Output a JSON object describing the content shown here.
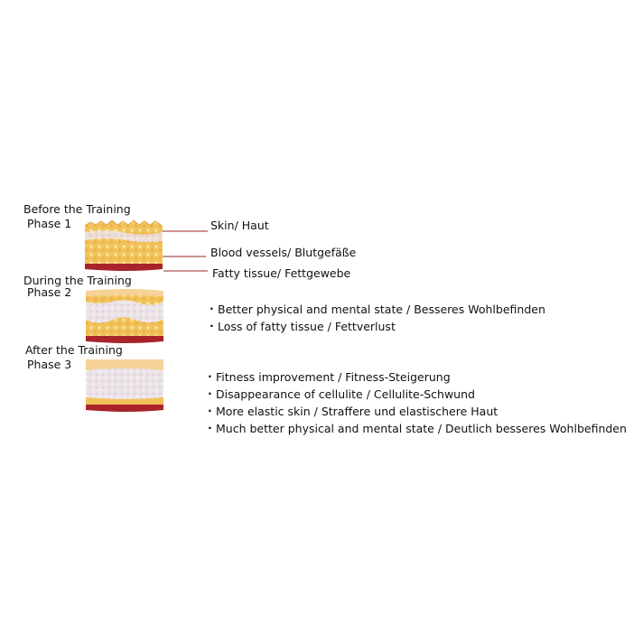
{
  "phases": [
    {
      "title": "Before the Training",
      "phase": "Phase 1"
    },
    {
      "title": "During the Training",
      "phase": "Phase 2"
    },
    {
      "title": "After the Training",
      "phase": "Phase 3"
    }
  ],
  "labels": {
    "skin": "Skin/ Haut",
    "blood": "Blood vessels/ Blutgefäße",
    "fat": "Fatty tissue/ Fettgewebe"
  },
  "phase2_benefits": [
    "Better physical and mental state / Besseres Wohlbefinden",
    "Loss of fatty tissue / Fettverlust"
  ],
  "phase3_benefits": [
    "Fitness improvement / Fitness-Steigerung",
    "Disappearance of cellulite / Cellulite-Schwund",
    "More elastic skin / Straffere und elastischere Haut",
    "Much better physical and mental state / Deutlich besseres Wohlbefinden"
  ],
  "colors": {
    "fat": "#f2c25a",
    "skin": "#f5d398",
    "dermis": "#e9e1e6",
    "vessel": "#a8242a",
    "leader": "#9a2626"
  }
}
